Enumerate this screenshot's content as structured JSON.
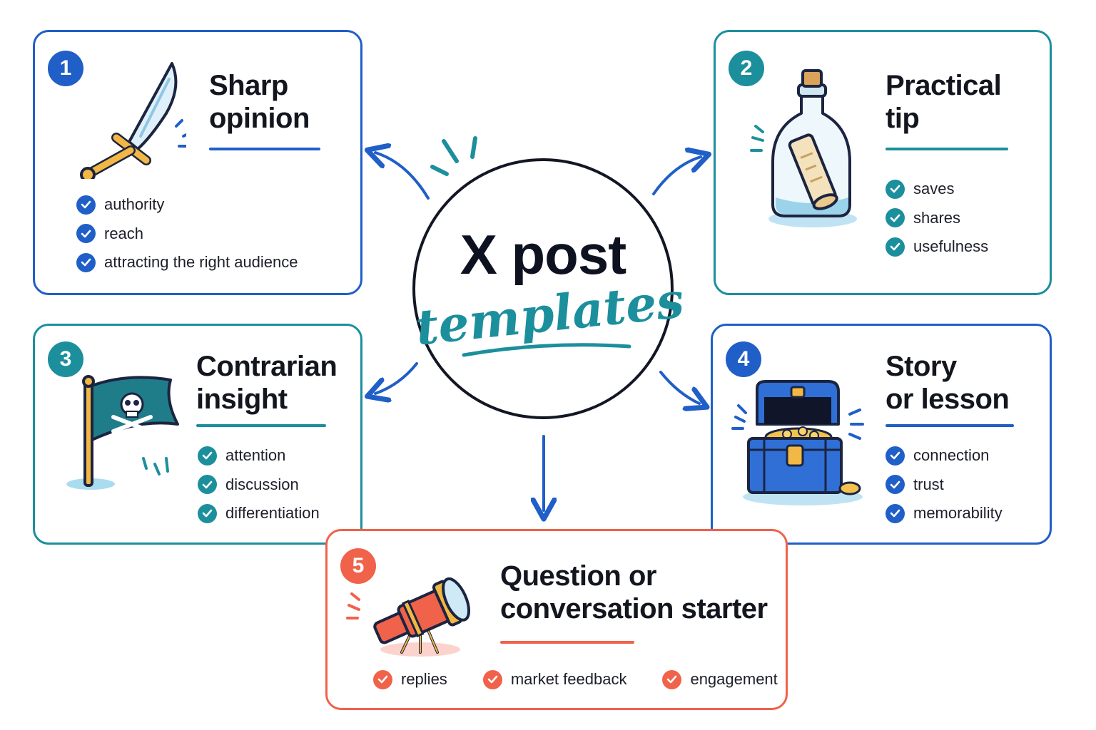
{
  "center": {
    "title": "X post",
    "subtitle": "templates"
  },
  "colors": {
    "blue": "#1f5fc7",
    "teal": "#1c8f9c",
    "coral": "#f0624a",
    "dark": "#121625"
  },
  "cards": [
    {
      "number": "1",
      "title_line1": "Sharp",
      "title_line2": "opinion",
      "icon": "sword-icon",
      "benefits": [
        "authority",
        "reach",
        "attracting the right audience"
      ]
    },
    {
      "number": "2",
      "title_line1": "Practical",
      "title_line2": "tip",
      "icon": "message-in-bottle-icon",
      "benefits": [
        "saves",
        "shares",
        "usefulness"
      ]
    },
    {
      "number": "3",
      "title_line1": "Contrarian",
      "title_line2": "insight",
      "icon": "pirate-flag-icon",
      "benefits": [
        "attention",
        "discussion",
        "differentiation"
      ]
    },
    {
      "number": "4",
      "title_line1": "Story",
      "title_line2": "or lesson",
      "icon": "treasure-chest-icon",
      "benefits": [
        "connection",
        "trust",
        "memorability"
      ]
    },
    {
      "number": "5",
      "title_line1": "Question or",
      "title_line2": "conversation starter",
      "icon": "telescope-icon",
      "benefits": [
        "replies",
        "market feedback",
        "engagement"
      ]
    }
  ]
}
